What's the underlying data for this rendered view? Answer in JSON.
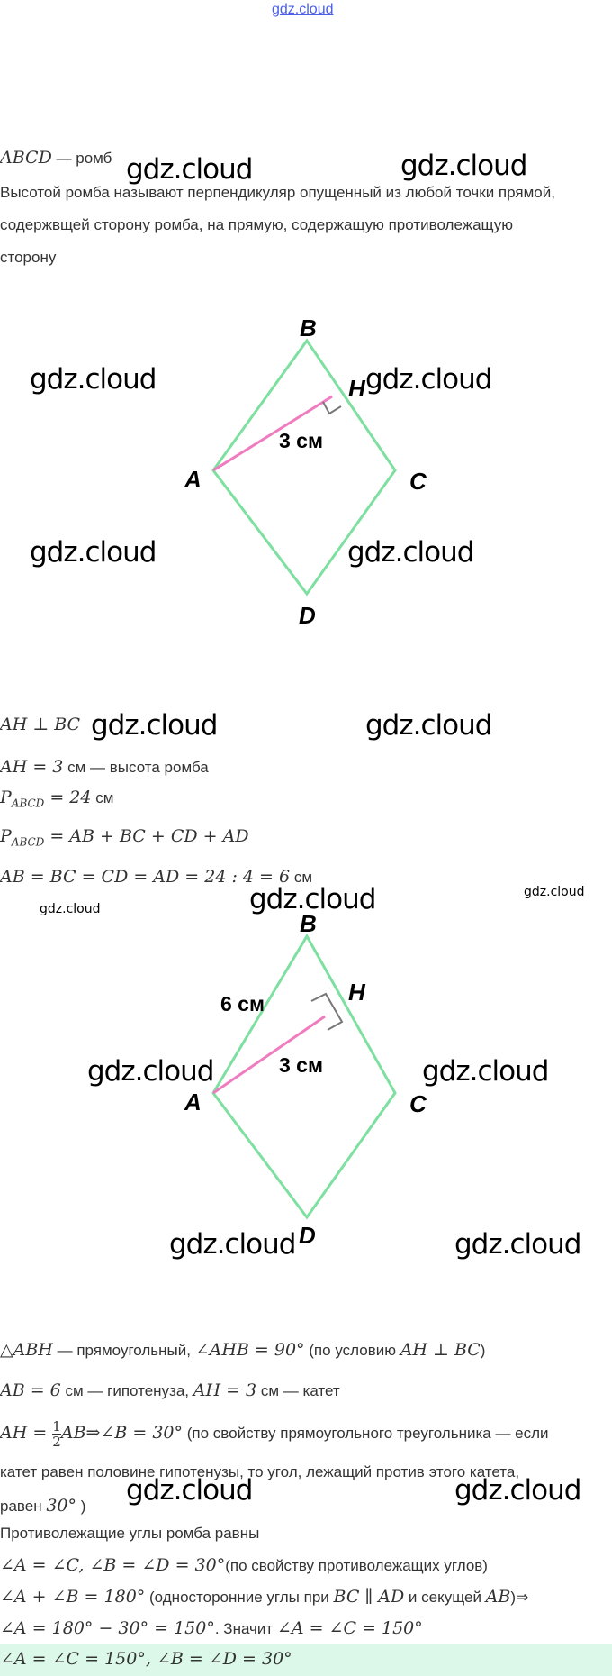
{
  "top_link": "gdz.cloud",
  "watermark": "gdz.cloud",
  "intro": {
    "l1_math": "ABCD",
    "l1_text": " — ромб",
    "l2": "Высотой ромба называют перпендикуляр опущенный из любой точки прямой,",
    "l3": "содержвщей сторону ромба, на прямую, содержащую противолежащую",
    "l4": "сторону"
  },
  "diagram1": {
    "labels": {
      "A": "A",
      "B": "B",
      "C": "C",
      "D": "D",
      "H": "H"
    },
    "ah": "3 см",
    "colors": {
      "sides": "#7ee0a0",
      "height": "#f07cc0"
    }
  },
  "mid": {
    "l1": "AH ⊥ BC",
    "l2_math": "AH = 3",
    "l2_text": " см — высота ромба",
    "l3_math": "P",
    "l3_sub": "ABCD",
    "l3_rest": " = 24",
    "l3_text": " см",
    "l4_math": "P",
    "l4_sub": "ABCD",
    "l4_rest": " = AB + BC + CD + AD",
    "l5_math": "AB = BC = CD = AD = 24 : 4 = 6",
    "l5_text": " см"
  },
  "diagram2": {
    "labels": {
      "A": "A",
      "B": "B",
      "C": "C",
      "D": "D",
      "H": "H"
    },
    "ab": "6 см",
    "ah": "3 см"
  },
  "solution": {
    "s1a": "△ABH",
    "s1b": " — прямоугольный, ",
    "s1c": "∠AHB = 90°",
    "s1d": " (по условию ",
    "s1e": "AH ⊥ BC",
    "s1f": ")",
    "s2a": "AB = 6",
    "s2b": " см — гипотенуза, ",
    "s2c": "AH = 3",
    "s2d": " см — катет",
    "s3a": "AH = ",
    "s3num": "1",
    "s3den": "2",
    "s3b": "AB⇒∠B = 30°",
    "s3c": " (по свойству прямоугольного треугольника — если",
    "s4": "катет равен половине гипотенузы, то угол, лежащий против этого катета,",
    "s5a": "равен ",
    "s5b": "30°",
    "s5c": " )",
    "s6": "Противолежащие углы ромба равны",
    "s7a": "∠A = ∠C, ∠B = ∠D = 30°",
    "s7b": "(по свойству противолежащих углов)",
    "s8a": "∠A + ∠B = 180°",
    "s8b": " (односторонние углы при ",
    "s8c": "BC ∥ AD",
    "s8d": " и секущей ",
    "s8e": "AB",
    ")": "",
    "s8f": ")⇒",
    "s9a": "∠A = 180° − 30° = 150°",
    "s9b": ". Значит ",
    "s9c": "∠A = ∠C = 150°",
    "answer": "∠A = ∠C = 150°, ∠B = ∠D = 30°"
  }
}
